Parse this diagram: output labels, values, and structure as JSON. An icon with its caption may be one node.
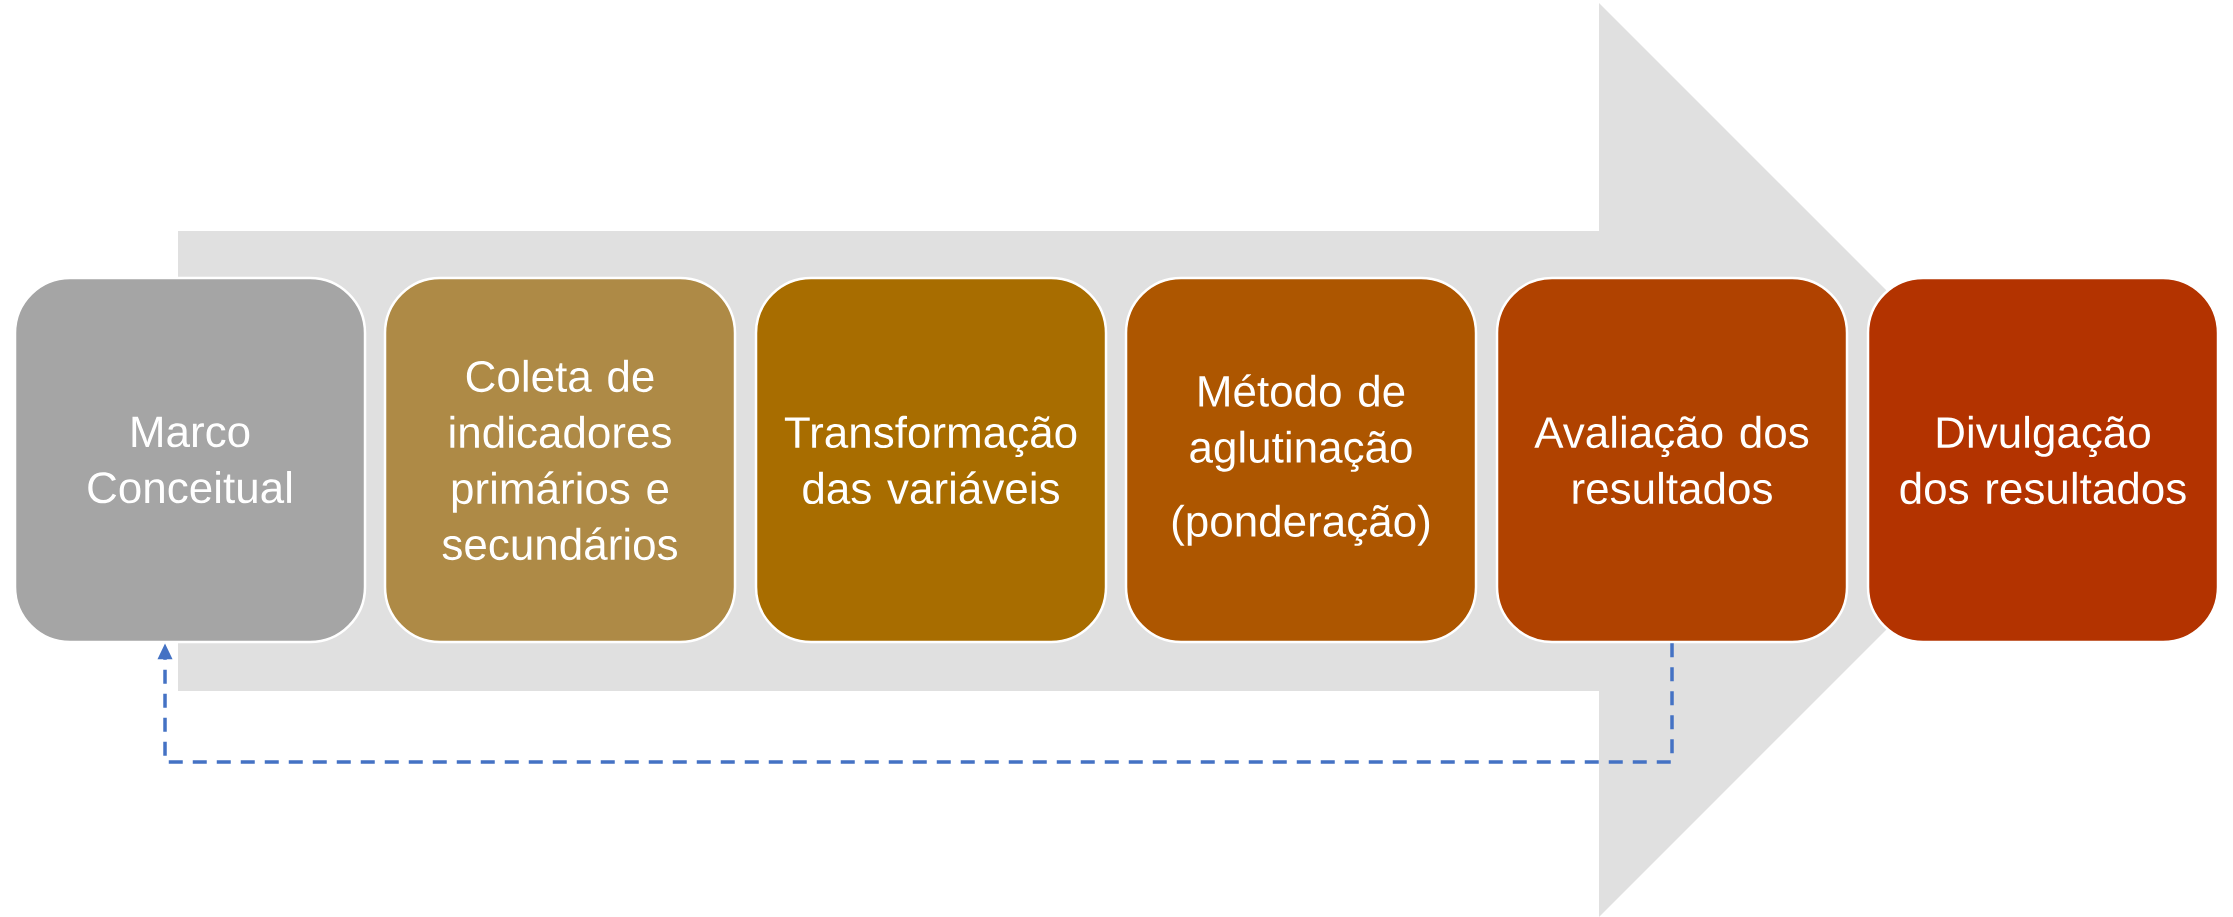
{
  "diagram": {
    "nodes": [
      {
        "text": [
          "Marco Conceitual"
        ]
      },
      {
        "text": [
          "Coleta de indicadores primários e secundários"
        ]
      },
      {
        "text": [
          "Transformação das variáveis"
        ]
      },
      {
        "text": [
          "Método de aglutinação",
          "(ponderação)"
        ]
      },
      {
        "text": [
          "Avaliação dos resultados"
        ]
      },
      {
        "text": [
          "Divulgação dos resultados"
        ]
      }
    ],
    "edges": [
      {
        "from": 4,
        "to": 0,
        "arrow": "to",
        "style": "dashed",
        "color": "#4472c4"
      },
      {
        "from": 0,
        "to": 5,
        "arrow": "to",
        "style": "thick",
        "color": "#e0e0e0"
      }
    ]
  }
}
